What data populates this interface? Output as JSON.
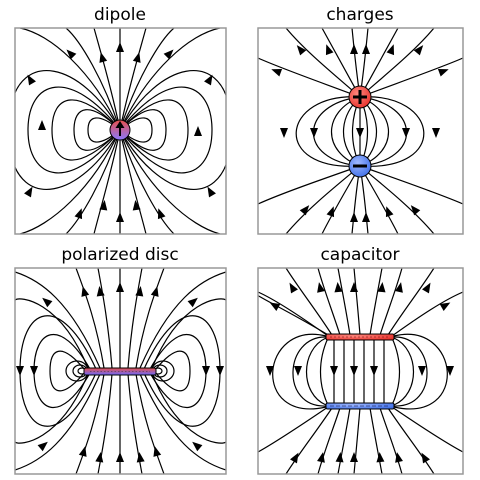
{
  "panels": [
    {
      "id": "dipole",
      "title": "dipole"
    },
    {
      "id": "charges",
      "title": "charges"
    },
    {
      "id": "polarized-disc",
      "title": "polarized disc"
    },
    {
      "id": "capacitor",
      "title": "capacitor"
    }
  ],
  "colors": {
    "field_line": "#000000",
    "frame": "#999999",
    "positive": "#e8302b",
    "negative": "#3f6fe8",
    "dipole_gradient": [
      "#e8504a",
      "#8a78ff"
    ]
  },
  "icons": [
    "plus-sign",
    "minus-sign",
    "up-arrow"
  ]
}
